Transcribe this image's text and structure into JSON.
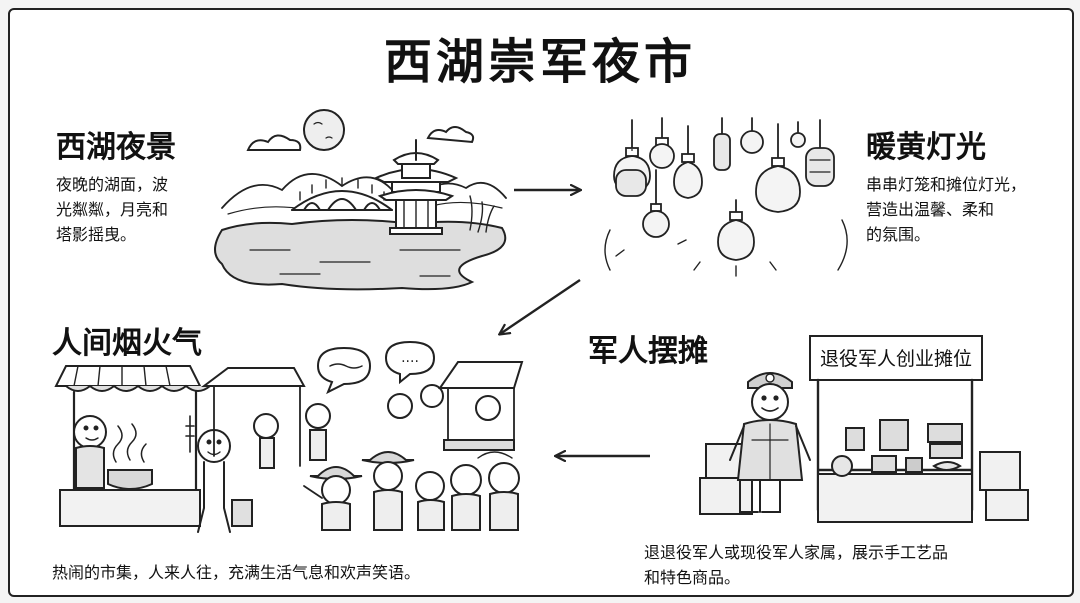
{
  "title": "西湖崇军夜市",
  "panels": {
    "lake": {
      "heading": "西湖夜景",
      "desc_lines": [
        "夜晚的湖面，波",
        "光粼粼，月亮和",
        "塔影摇曳。"
      ]
    },
    "lights": {
      "heading": "暖黄灯光",
      "desc_lines": [
        "串串灯笼和摊位灯光，",
        "营造出温馨、柔和",
        "的氛围。"
      ]
    },
    "market": {
      "heading": "人间烟火气",
      "desc": "热闹的市集，人来人往，充满生活气息和欢声笑语。"
    },
    "soldier": {
      "heading": "军人摆摊",
      "sign": "退役军人创业摊位",
      "desc_lines": [
        "退退役军人或现役军人家属，展示手工艺品",
        "和特色商品。"
      ]
    }
  },
  "speech_bubble": "...."
}
